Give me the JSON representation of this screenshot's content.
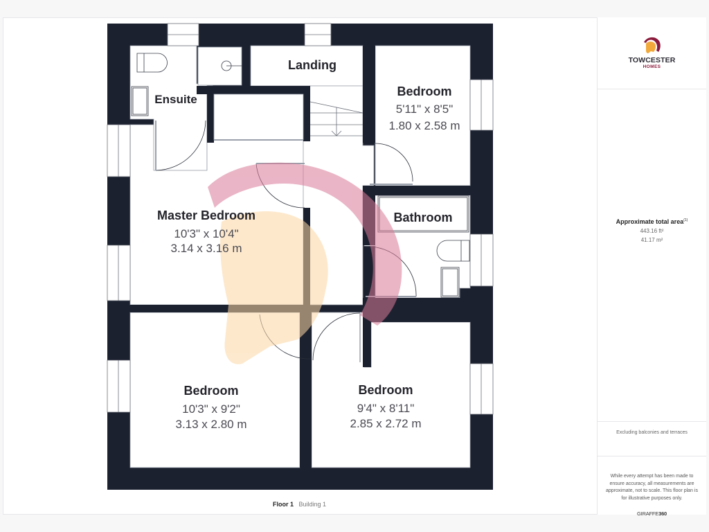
{
  "footer": {
    "floor": "Floor 1",
    "building": "Building 1"
  },
  "side_panel": {
    "logo": {
      "name": "TOWCESTER",
      "sub": "HOMES"
    },
    "area": {
      "title": "Approximate total area",
      "title_sup": "(1)",
      "sqft": "443.16 ft²",
      "sqm": "41.17 m²"
    },
    "exclusion_note": "Excluding balconies and terraces",
    "disclaimer": "While every attempt has been made to ensure accuracy, all measurements are approximate, not to scale. This floor plan is for illustrative purposes only.",
    "brand": {
      "prefix": "GIRAFFE",
      "suffix": "360"
    }
  },
  "rooms": [
    {
      "id": "ensuite",
      "name": "Ensuite"
    },
    {
      "id": "landing",
      "name": "Landing"
    },
    {
      "id": "bedroom-2",
      "name": "Bedroom",
      "imperial": "5'11\" x 8'5\"",
      "metric": "1.80 x 2.58 m"
    },
    {
      "id": "master-bedroom",
      "name": "Master Bedroom",
      "imperial": "10'3\" x 10'4\"",
      "metric": "3.14 x 3.16 m"
    },
    {
      "id": "bathroom",
      "name": "Bathroom"
    },
    {
      "id": "bedroom-3",
      "name": "Bedroom",
      "imperial": "10'3\" x 9'2\"",
      "metric": "3.13 x 2.80 m"
    },
    {
      "id": "bedroom-4",
      "name": "Bedroom",
      "imperial": "9'4\" x 8'11\"",
      "metric": "2.85 x 2.72 m"
    }
  ],
  "colors": {
    "wall": "#1c2130",
    "watermark_red": "#e9b8c8",
    "watermark_orange": "#fde3c0",
    "brand_red": "#8b1a3c",
    "brand_orange": "#f2a93b"
  }
}
